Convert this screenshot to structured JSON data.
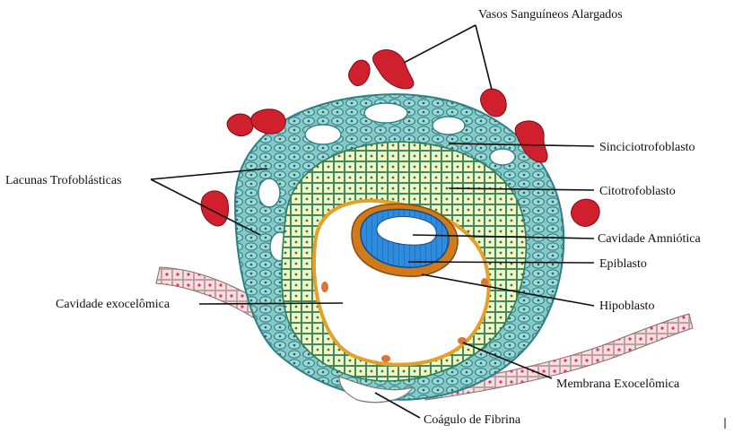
{
  "labels": {
    "vasos": "Vasos Sanguíneos Alargados",
    "lacunas": "Lacunas Trofoblásticas",
    "sincicio": "Sinciciotrofoblasto",
    "citotrofo": "Citotrofoblasto",
    "cavidade_amniotica": "Cavidade Amniótica",
    "epiblasto": "Epiblasto",
    "hipoblasto": "Hipoblasto",
    "cavidade_exocelomica": "Cavidade exocelômica",
    "membrana": "Membrana Exocelômica",
    "coagulo": "Coágulo de Fibrina"
  },
  "colors": {
    "vessel": "#d0202e",
    "syncytio": "#78c4c2",
    "cyto": "#eef4b8",
    "cyto_border": "#2f7d5c",
    "amnion_roof": "#7ab8e0",
    "epiblast": "#2d8be0",
    "hypoblast": "#d07a1c",
    "membrane": "#e4a028",
    "endometrium": "#f3d6d6",
    "endometrium_dot": "#e0307a"
  }
}
